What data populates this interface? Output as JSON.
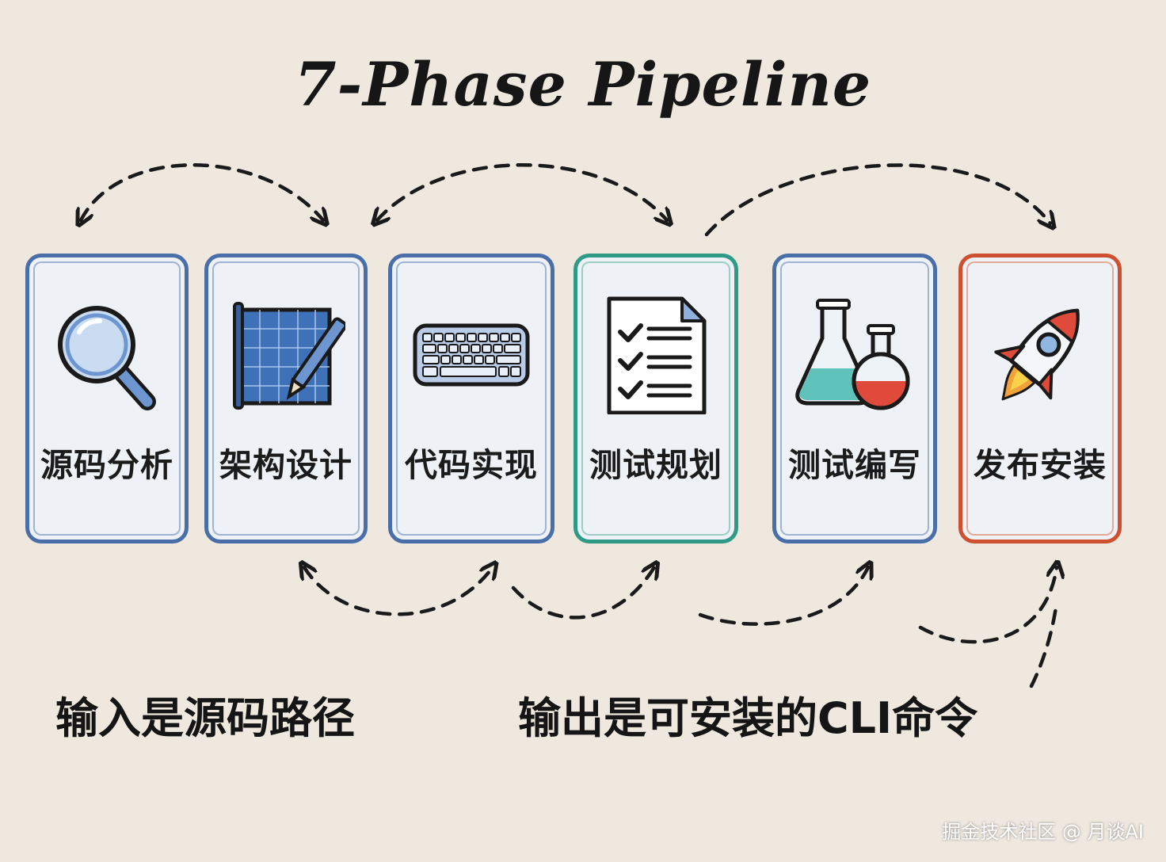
{
  "title": "7-Phase Pipeline",
  "phases": [
    {
      "label": "源码分析",
      "icon": "magnifier-icon",
      "border": "#4a6ea8"
    },
    {
      "label": "架构设计",
      "icon": "blueprint-pen-icon",
      "border": "#4a6ea8"
    },
    {
      "label": "代码实现",
      "icon": "keyboard-icon",
      "border": "#4a6ea8"
    },
    {
      "label": "测试规划",
      "icon": "checklist-icon",
      "border": "#2f9a86"
    },
    {
      "label": "测试编写",
      "icon": "flask-icon",
      "border": "#4a6ea8"
    },
    {
      "label": "发布安装",
      "icon": "rocket-icon",
      "border": "#cf5030"
    }
  ],
  "captions": {
    "input": "输入是源码路径",
    "output": "输出是可安装的CLI命令"
  },
  "watermark": "掘金技术社区 @ 月谈AI"
}
